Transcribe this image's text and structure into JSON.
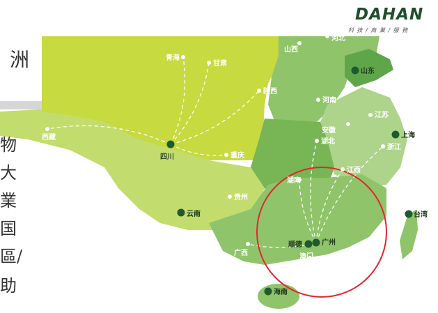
{
  "logo": {
    "name": "DAHAN",
    "tagline": "科 技 / 商 業 / 服 務"
  },
  "title_char": "洲",
  "left_text": [
    "物",
    "大",
    "業",
    "国",
    "區/",
    "助"
  ],
  "colors": {
    "southwest": "#c3dc6e",
    "northwest": "#c7da3f",
    "southern": "#8fc46a",
    "coastal": "#aed48b",
    "central": "#78b554",
    "shandong": "#5fa64b",
    "hub": "#1e5a2e",
    "highlight_circle": "#e3262e"
  },
  "map": {
    "hubs": [
      {
        "id": "sichuan",
        "label": "四川"
      },
      {
        "id": "guangzhou",
        "label": "广州"
      }
    ],
    "cities": [
      {
        "id": "qinghai",
        "label": "青海"
      },
      {
        "id": "gansu",
        "label": "甘肃"
      },
      {
        "id": "xizang",
        "label": "西藏"
      },
      {
        "id": "shaanxi",
        "label": "陕西"
      },
      {
        "id": "chongqing",
        "label": "重庆"
      },
      {
        "id": "shanxi",
        "label": "山西"
      },
      {
        "id": "hebei",
        "label": "河北"
      },
      {
        "id": "shandong",
        "label": "山东"
      },
      {
        "id": "henan",
        "label": "河南"
      },
      {
        "id": "jiangsu",
        "label": "江苏"
      },
      {
        "id": "anhui",
        "label": "安徽"
      },
      {
        "id": "shanghai",
        "label": "上海"
      },
      {
        "id": "zhejiang",
        "label": "浙江"
      },
      {
        "id": "hubei",
        "label": "湖北"
      },
      {
        "id": "jiangxi",
        "label": "江西"
      },
      {
        "id": "hunan",
        "label": "湖南"
      },
      {
        "id": "guizhou",
        "label": "贵州"
      },
      {
        "id": "yunnan",
        "label": "云南"
      },
      {
        "id": "guangxi",
        "label": "广西"
      },
      {
        "id": "shunde",
        "label": "顺德"
      },
      {
        "id": "aomen",
        "label": "澳门"
      },
      {
        "id": "taiwan",
        "label": "台湾"
      },
      {
        "id": "hainan",
        "label": "海南"
      }
    ]
  }
}
